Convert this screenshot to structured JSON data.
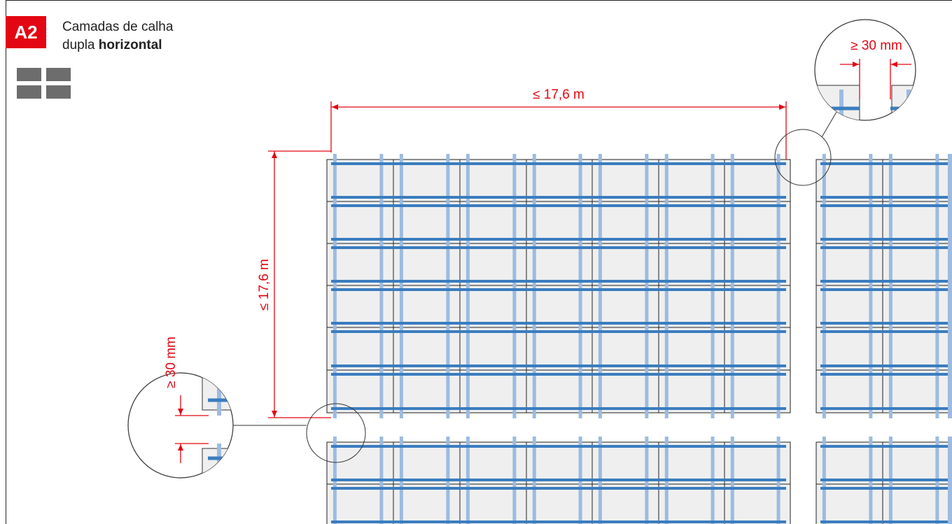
{
  "badge": "A2",
  "title": {
    "line1": "Camadas de calha",
    "line2_prefix": "dupla ",
    "line2_bold": "horizontal"
  },
  "dimensions": {
    "max_width": "≤ 17,6 m",
    "max_height": "≤ 17,6 m",
    "gap_horizontal": "≥ 30 mm",
    "gap_vertical": "≥ 30 mm"
  },
  "colors": {
    "accent": "#e30613",
    "rail_dark": "#3a7dbf",
    "rail_light": "#9dbbe0",
    "panel_fill": "#efefef",
    "outline": "#222222",
    "icon_gray": "#6d6d6d"
  },
  "icons": {
    "layout": "grid-2x2-icon"
  }
}
